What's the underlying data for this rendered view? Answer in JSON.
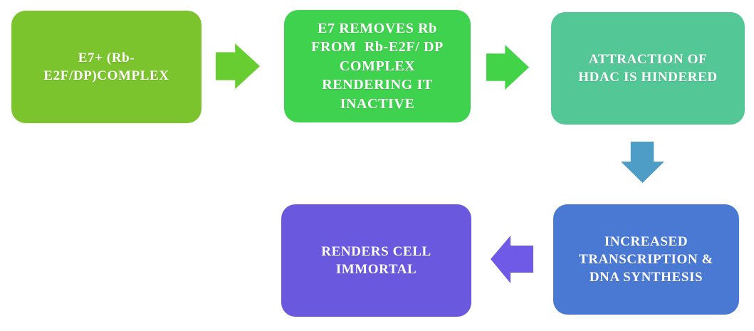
{
  "diagram": {
    "title": "E7 Rb-E2F/DP pathway flowchart",
    "text_color": "#ffffff",
    "boxes": [
      {
        "id": "e7-complex",
        "label": "E7+ (Rb-\nE2F/DP)COMPLEX",
        "color": "#7cc42e"
      },
      {
        "id": "e7-removes-rb",
        "label": "E7 REMOVES Rb\nFROM  Rb-E2F/ DP\nCOMPLEX\nRENDERING IT\nINACTIVE",
        "color": "#3fd24e"
      },
      {
        "id": "hdac-hindered",
        "label": "ATTRACTION OF\nHDAC IS HINDERED",
        "color": "#53c795"
      },
      {
        "id": "increased-transcription",
        "label": "INCREASED\nTRANSCRIPTION &\nDNA SYNTHESIS",
        "color": "#4a79d4"
      },
      {
        "id": "renders-cell-immortal",
        "label": "RENDERS CELL\nIMMORTAL",
        "color": "#6a59df"
      }
    ],
    "arrows": [
      {
        "id": "arrow-1",
        "direction": "right",
        "from": "e7-complex",
        "to": "e7-removes-rb",
        "color": "#68cd30"
      },
      {
        "id": "arrow-2",
        "direction": "right",
        "from": "e7-removes-rb",
        "to": "hdac-hindered",
        "color": "#43d348"
      },
      {
        "id": "arrow-3",
        "direction": "down",
        "from": "hdac-hindered",
        "to": "increased-transcription",
        "color": "#4e9dc6"
      },
      {
        "id": "arrow-4",
        "direction": "left",
        "from": "increased-transcription",
        "to": "renders-cell-immortal",
        "color": "#6f5ae8"
      }
    ]
  }
}
